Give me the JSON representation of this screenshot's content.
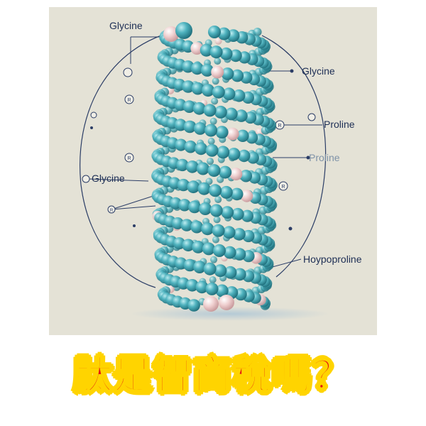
{
  "labels": {
    "glycine_top": "Glycine",
    "glycine_right": "Glycine",
    "proline_right": "Proline",
    "proline_faint": "Proline",
    "glycine_left": "Glycine",
    "hydroxyproline": "Hoyp​oproline"
  },
  "markers": {
    "m1": "R",
    "m2": "R",
    "m3": "R",
    "m4": "R",
    "m5": "R",
    "m6": "R"
  },
  "caption": "肽是智商稅嗎？",
  "colors": {
    "background": "#e4e2d6",
    "bead": "#3fa0ad",
    "bead_pink": "#e9c2c2",
    "line": "#2b3d66",
    "caption_fill": "#e41212",
    "caption_outline": "#ffd400"
  }
}
